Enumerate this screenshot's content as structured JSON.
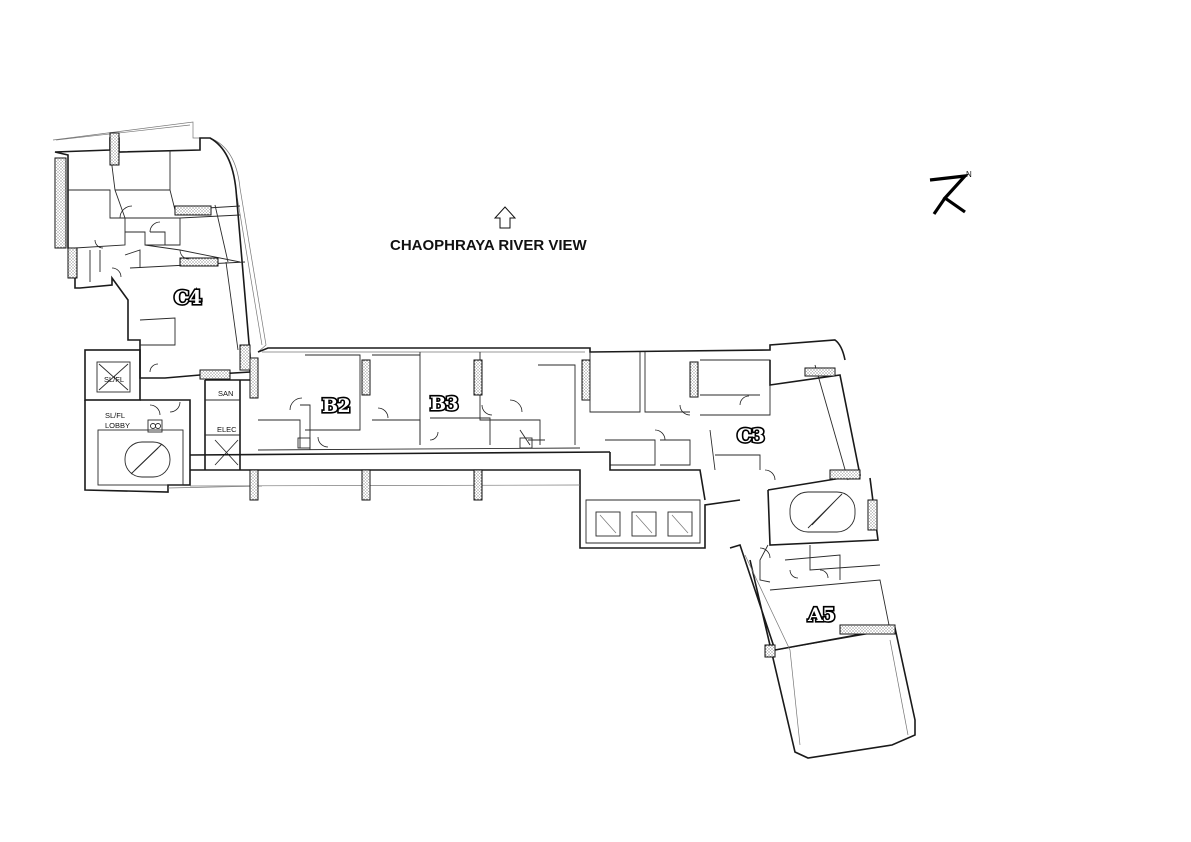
{
  "view_label": "CHAOPHRAYA RIVER VIEW",
  "north_letter": "N",
  "units": {
    "c4": "C4",
    "b2": "B2",
    "b3": "B3",
    "c3": "C3",
    "a5": "A5"
  },
  "rooms": {
    "sl_fl": "SL/FL",
    "sl_fl_lobby_1": "SL/FL",
    "sl_fl_lobby_2": "LOBBY",
    "san": "SAN",
    "elec": "ELEC"
  },
  "icons": {
    "view_arrow": "up-arrow-icon",
    "north": "north-arrow-icon"
  }
}
